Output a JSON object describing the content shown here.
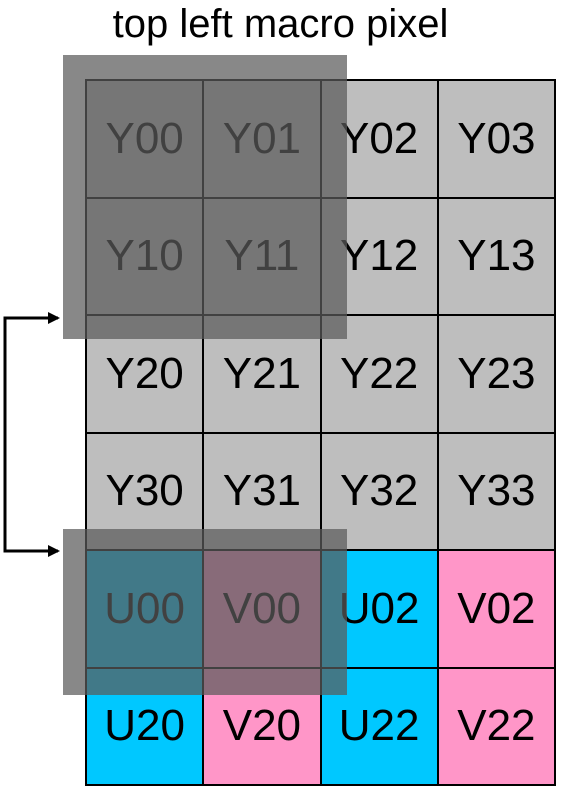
{
  "title": "top left macro pixel",
  "colors": {
    "luma": "#bebebe",
    "u": "#00c8ff",
    "v": "#ff96c8",
    "highlight": "#5a5a5a",
    "line": "#000000"
  },
  "rows": [
    [
      {
        "label": "Y00",
        "kind": "luma"
      },
      {
        "label": "Y01",
        "kind": "luma"
      },
      {
        "label": "Y02",
        "kind": "luma"
      },
      {
        "label": "Y03",
        "kind": "luma"
      }
    ],
    [
      {
        "label": "Y10",
        "kind": "luma"
      },
      {
        "label": "Y11",
        "kind": "luma"
      },
      {
        "label": "Y12",
        "kind": "luma"
      },
      {
        "label": "Y13",
        "kind": "luma"
      }
    ],
    [
      {
        "label": "Y20",
        "kind": "luma"
      },
      {
        "label": "Y21",
        "kind": "luma"
      },
      {
        "label": "Y22",
        "kind": "luma"
      },
      {
        "label": "Y23",
        "kind": "luma"
      }
    ],
    [
      {
        "label": "Y30",
        "kind": "luma"
      },
      {
        "label": "Y31",
        "kind": "luma"
      },
      {
        "label": "Y32",
        "kind": "luma"
      },
      {
        "label": "Y33",
        "kind": "luma"
      }
    ],
    [
      {
        "label": "U00",
        "kind": "u"
      },
      {
        "label": "V00",
        "kind": "v"
      },
      {
        "label": "U02",
        "kind": "u"
      },
      {
        "label": "V02",
        "kind": "v"
      }
    ],
    [
      {
        "label": "U20",
        "kind": "u"
      },
      {
        "label": "V20",
        "kind": "v"
      },
      {
        "label": "U22",
        "kind": "u"
      },
      {
        "label": "V22",
        "kind": "v"
      }
    ]
  ]
}
